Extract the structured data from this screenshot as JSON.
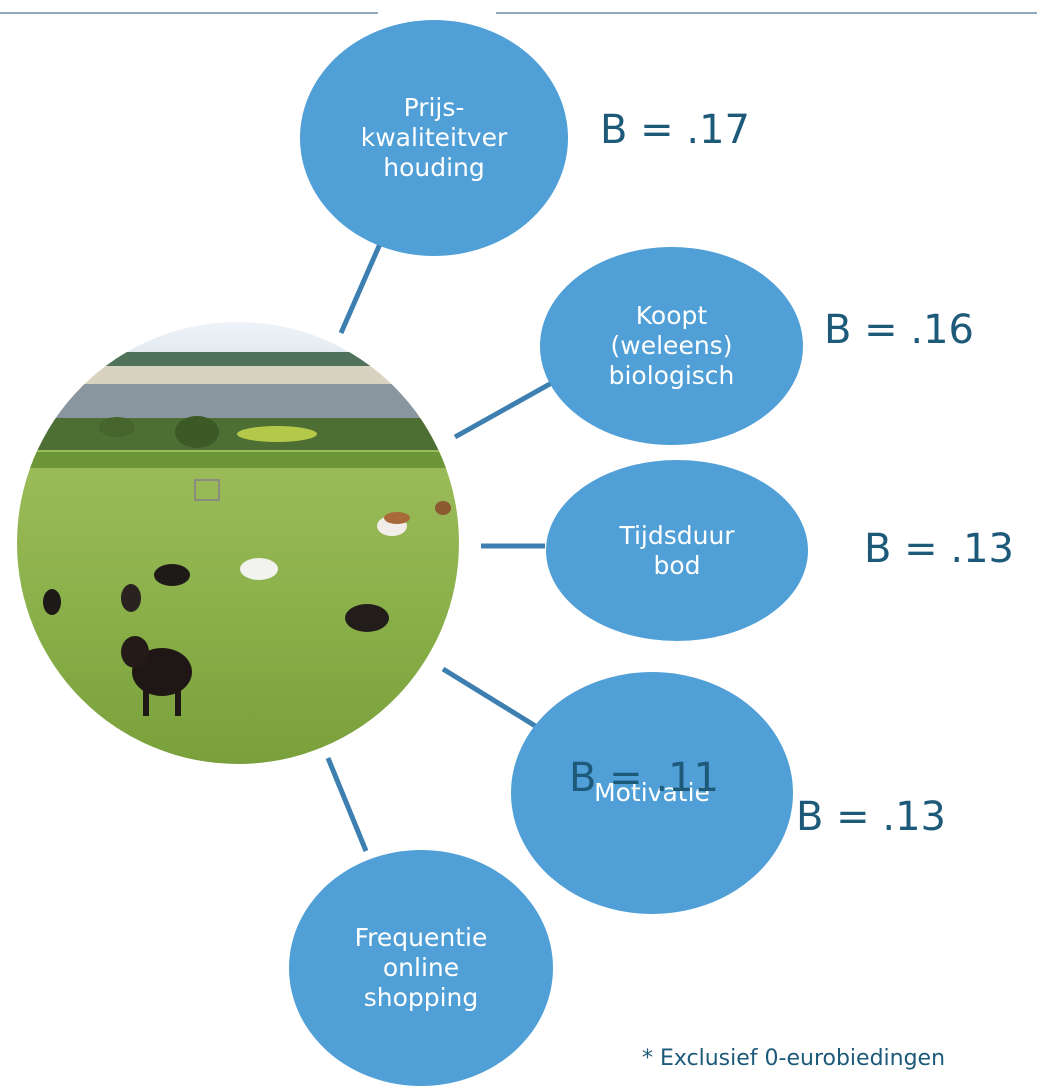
{
  "nodes": [
    {
      "label": "Prijs-\nkwaliteitver\nhouding",
      "b": "B = .17"
    },
    {
      "label": "Koopt\n(weleens)\nbiologisch",
      "b": "B = .16"
    },
    {
      "label": "Tijdsduur\nbod",
      "b": "B = .13"
    },
    {
      "label": "Motivatie",
      "b": "B = .13"
    },
    {
      "label": "Frequentie\nonline\nshopping",
      "b": "B = .11"
    }
  ],
  "footnote": "* Exclusief 0-eurobiedingen",
  "colors": {
    "node": "#509fd6",
    "value_text": "#1d5a7a",
    "connector": "#3d7fb0"
  }
}
